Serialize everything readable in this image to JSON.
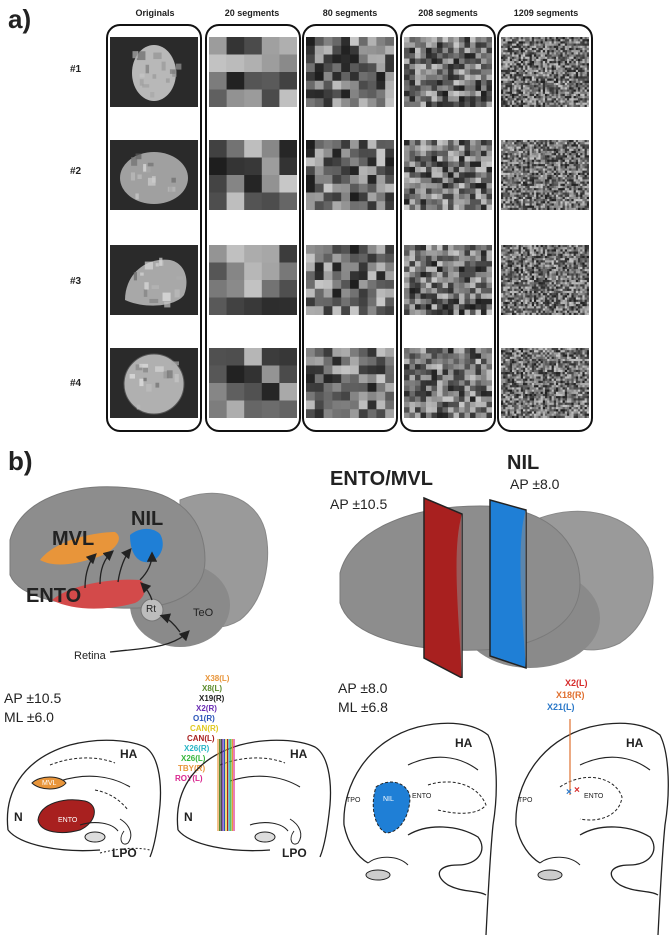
{
  "panel_a": {
    "label": "a)",
    "columns": [
      "Originals",
      "20 segments",
      "80 segments",
      "208 segments",
      "1209 segments"
    ],
    "rows": [
      "#1",
      "#2",
      "#3",
      "#4"
    ],
    "grid_cells": [
      1,
      5,
      10,
      16,
      40
    ]
  },
  "panel_b": {
    "label": "b)",
    "brain_left": {
      "labels": {
        "nil": "NIL",
        "mvl": "MVL",
        "ento": "ENTO",
        "rt": "Rt",
        "teo": "TeO",
        "retina": "Retina"
      },
      "colors": {
        "nil": "#1f7fd6",
        "mvl": "#e8953a",
        "ento": "#d34a4a",
        "brain": "#8d8d8d"
      }
    },
    "brain_right": {
      "ento_mvl_title": "ENTO/MVL",
      "ento_mvl_ap": "AP ±10.5",
      "nil_title": "NIL",
      "nil_ap": "AP ±8.0",
      "colors": {
        "ento_plane": "#a8201f",
        "nil_plane": "#1f7fd6"
      }
    },
    "section1": {
      "ap": "AP ±10.5",
      "ml": "ML ±6.0",
      "labels": {
        "ha": "HA",
        "n": "N",
        "mvl": "MVL",
        "ento": "ENTO",
        "lpo": "LPO"
      },
      "colors": {
        "mvl": "#e8953a",
        "ento": "#a8201f"
      }
    },
    "section2": {
      "labels": {
        "ha": "HA",
        "n": "N",
        "lpo": "LPO"
      },
      "recordings": [
        {
          "name": "X38(L)",
          "color": "#e8953a"
        },
        {
          "name": "X8(L)",
          "color": "#5b8a2d"
        },
        {
          "name": "X19(R)",
          "color": "#222222"
        },
        {
          "name": "X2(R)",
          "color": "#6a2db3"
        },
        {
          "name": "O1(R)",
          "color": "#2a54b8"
        },
        {
          "name": "CAN(R)",
          "color": "#e0c91f"
        },
        {
          "name": "CAN(L)",
          "color": "#a8201f"
        },
        {
          "name": "X26(R)",
          "color": "#27b5c5"
        },
        {
          "name": "X26(L)",
          "color": "#35b53a"
        },
        {
          "name": "TBY(R)",
          "color": "#e8953a"
        },
        {
          "name": "ROY(L)",
          "color": "#d9268f"
        }
      ]
    },
    "section3": {
      "ap": "AP ±8.0",
      "ml": "ML ±6.8",
      "labels": {
        "ha": "HA",
        "tpo": "TPO",
        "nil": "NIL",
        "ento": "ENTO"
      },
      "colors": {
        "nil": "#1f7fd6"
      }
    },
    "section4": {
      "labels": {
        "ha": "HA",
        "tpo": "TPO",
        "ento": "ENTO"
      },
      "recordings": [
        {
          "name": "X2(L)",
          "color": "#d62b2b"
        },
        {
          "name": "X18(R)",
          "color": "#e07030"
        },
        {
          "name": "X21(L)",
          "color": "#2a78c8"
        }
      ]
    }
  }
}
